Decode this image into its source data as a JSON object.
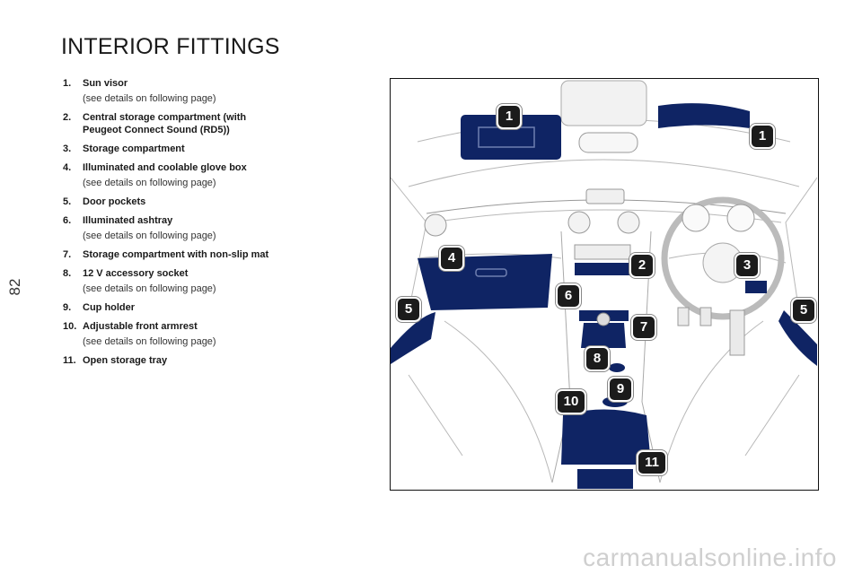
{
  "page": {
    "number": "82",
    "title": "INTERIOR FITTINGS",
    "watermark": "carmanualsonline.info"
  },
  "items": [
    {
      "num": "1.",
      "label": "Sun visor",
      "note": "(see details on following page)"
    },
    {
      "num": "2.",
      "label": "Central storage compartment (with Peugeot Connect Sound (RD5))",
      "note": ""
    },
    {
      "num": "3.",
      "label": "Storage compartment",
      "note": ""
    },
    {
      "num": "4.",
      "label": "Illuminated and coolable glove box",
      "note": "(see details on following page)"
    },
    {
      "num": "5.",
      "label": "Door pockets",
      "note": ""
    },
    {
      "num": "6.",
      "label": "Illuminated ashtray",
      "note": "(see details on following page)"
    },
    {
      "num": "7.",
      "label": "Storage compartment with non-slip mat",
      "note": ""
    },
    {
      "num": "8.",
      "label": "12 V accessory socket",
      "note": "(see details on following page)"
    },
    {
      "num": "9.",
      "label": "Cup holder",
      "note": ""
    },
    {
      "num": "10.",
      "label": "Adjustable front armrest",
      "note": "(see details on following page)"
    },
    {
      "num": "11.",
      "label": "Open storage tray",
      "note": ""
    }
  ],
  "figure": {
    "highlight_color": "#0f2464",
    "callouts": [
      "1",
      "1",
      "2",
      "3",
      "4",
      "5",
      "5",
      "6",
      "7",
      "8",
      "9",
      "10",
      "11"
    ]
  }
}
